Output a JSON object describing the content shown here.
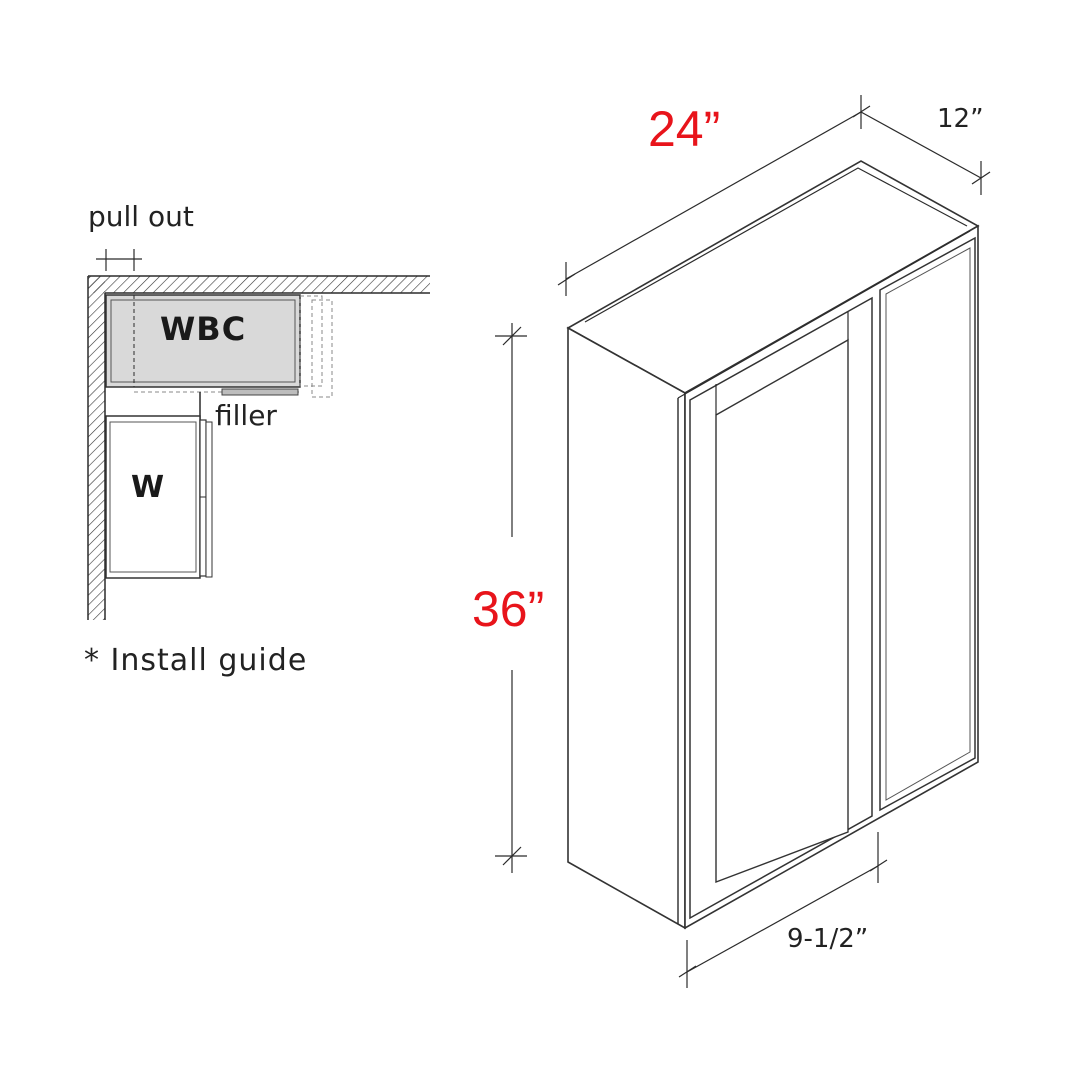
{
  "install_guide": {
    "pull_out_label": "pull out",
    "wbc_label": "WBC",
    "filler_label": "filler",
    "w_label": "W",
    "note": "* Install guide",
    "wbc_fill": "#d9d9d9"
  },
  "dimensions": {
    "width": "24”",
    "depth": "12”",
    "height": "36”",
    "door_width": "9-1/2”",
    "highlight_color": "#e8141b"
  }
}
